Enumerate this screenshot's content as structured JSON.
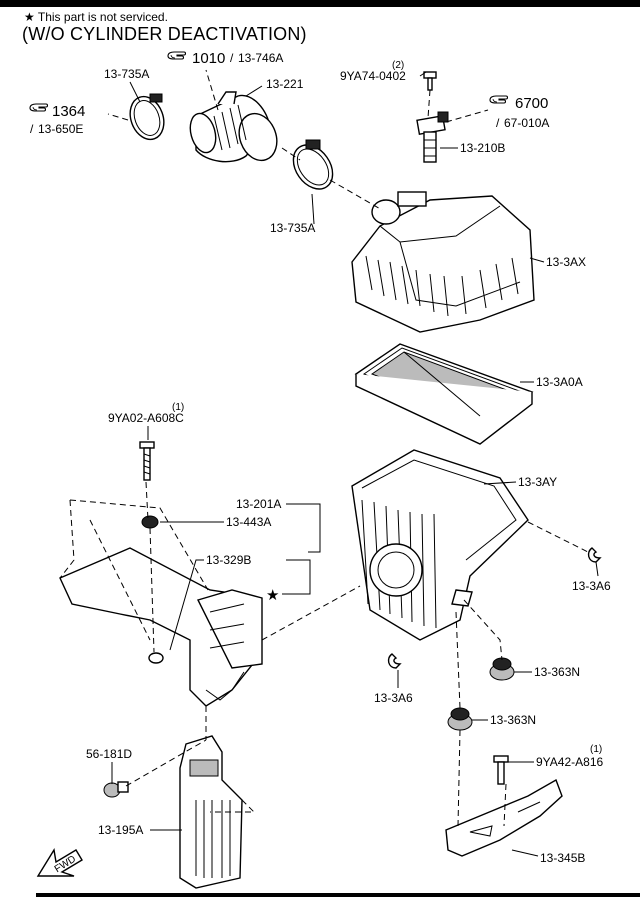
{
  "header": {
    "note_symbol": "★",
    "note_text": "This part is not serviced.",
    "title": "(W/O CYLINDER DEACTIVATION)"
  },
  "refs": {
    "ref1": {
      "page": "1010",
      "sep": "/",
      "code": "13-746A"
    },
    "ref2": {
      "page": "1364",
      "sep": "/",
      "code": "13-650E"
    },
    "ref3": {
      "page": "6700",
      "sep": "/",
      "code": "67-010A"
    }
  },
  "labels": {
    "l_13_735A_top": "13-735A",
    "l_13_221": "13-221",
    "l_qty2": "(2)",
    "l_9YA74_0402": "9YA74-0402",
    "l_13_210B": "13-210B",
    "l_13_735A_mid": "13-735A",
    "l_13_3AX": "13-3AX",
    "l_13_3A0A": "13-3A0A",
    "l_qty1_a": "(1)",
    "l_9YA02_A608C": "9YA02-A608C",
    "l_13_3AY": "13-3AY",
    "l_13_201A": "13-201A",
    "l_13_443A": "13-443A",
    "l_13_329B": "13-329B",
    "l_star": "★",
    "l_13_3A6_right": "13-3A6",
    "l_13_3A6_left": "13-3A6",
    "l_13_363N_a": "13-363N",
    "l_13_363N_b": "13-363N",
    "l_56_181D": "56-181D",
    "l_qty1_b": "(1)",
    "l_9YA42_A816": "9YA42-A816",
    "l_13_195A": "13-195A",
    "l_13_345B": "13-345B",
    "l_fwd": "FWD"
  },
  "icons": [
    "star-icon",
    "hand-pointer-icon",
    "fwd-arrow-icon"
  ]
}
